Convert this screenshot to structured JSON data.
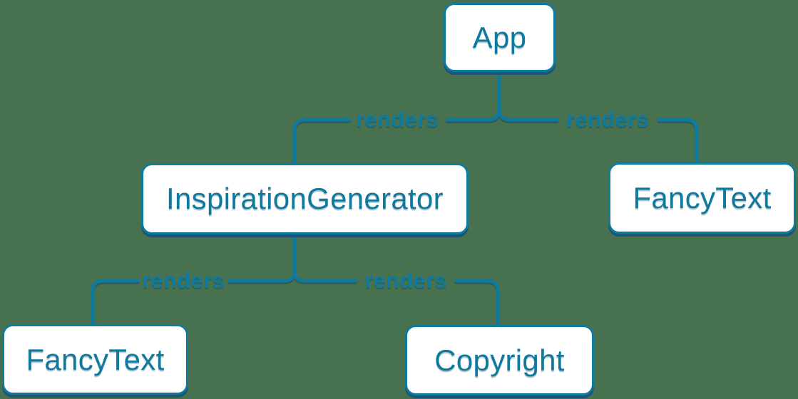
{
  "diagram": {
    "colors": {
      "background": "#487150",
      "accent": "#0d7a9e",
      "node_fill": "#ffffff",
      "node_shadow": "#1b5673"
    },
    "nodes": [
      {
        "id": "app",
        "label": "App"
      },
      {
        "id": "inspiration-generator",
        "label": "InspirationGenerator"
      },
      {
        "id": "fancy-text-top",
        "label": "FancyText"
      },
      {
        "id": "fancy-text-bottom",
        "label": "FancyText"
      },
      {
        "id": "copyright",
        "label": "Copyright"
      }
    ],
    "edges": [
      {
        "from": "App",
        "to": "InspirationGenerator",
        "label": "renders"
      },
      {
        "from": "App",
        "to": "FancyText",
        "label": "renders"
      },
      {
        "from": "InspirationGenerator",
        "to": "FancyText",
        "label": "renders"
      },
      {
        "from": "InspirationGenerator",
        "to": "Copyright",
        "label": "renders"
      }
    ]
  }
}
